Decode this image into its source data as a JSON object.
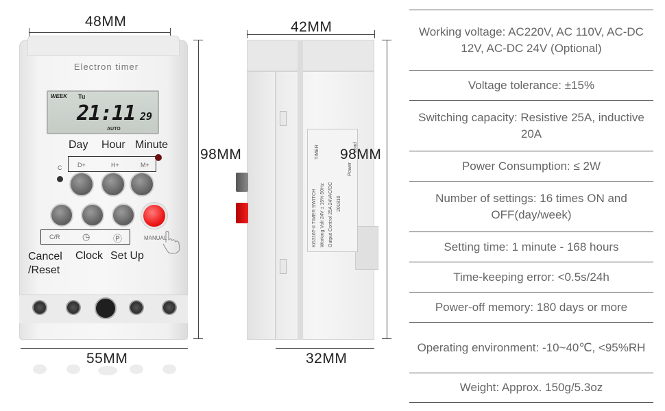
{
  "dimensions": {
    "front_width_top": "48MM",
    "front_height": "98MM",
    "front_width_bottom": "55MM",
    "side_depth_top": "42MM",
    "side_height": "98MM",
    "side_depth_bottom": "32MM"
  },
  "device": {
    "title": "Electron timer",
    "lcd": {
      "week_label": "WEEK",
      "day": "Tu",
      "time": "21:11",
      "seconds": "29",
      "mode": "AUTO"
    },
    "top_button_labels": [
      "Day",
      "Hour",
      "Minute"
    ],
    "top_button_marks": [
      "D+",
      "H+",
      "M+"
    ],
    "c_mark": "C",
    "bottom_button_marks": [
      "C/R",
      "◷",
      "Ⓟ"
    ],
    "manual_mark": "MANUAL",
    "bottom_button_labels": [
      "Cancel\n/Reset",
      "Clock",
      "Set Up"
    ],
    "accent_color": "#ee1a1a"
  },
  "side_label": {
    "lines": [
      "KG316T-II  TIMER SWITCH",
      "Working Volt  24V ± 15% 50Hz",
      "Output Control 25A  24VAC/DC",
      "201810",
      "Power",
      "Load",
      "TIMER"
    ]
  },
  "specs": [
    "Working voltage: AC220V, AC 110V, AC-DC 12V, AC-DC 24V (Optional)",
    "Voltage tolerance: ±15%",
    "Switching capacity: Resistive 25A, inductive 20A",
    "Power Consumption: ≤ 2W",
    "Number of settings: 16 times ON and OFF(day/week)",
    "Setting time: 1 minute - 168 hours",
    "Time-keeping error: <0.5s/24h",
    "Power-off memory: 180 days or more",
    "Operating environment: -10~40℃, <95%RH",
    "Weight: Approx. 150g/5.3oz"
  ]
}
